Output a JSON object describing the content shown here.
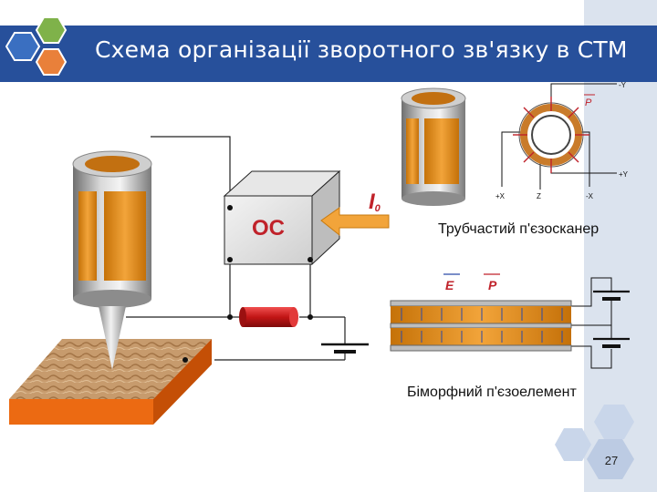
{
  "slide": {
    "title": "Схема організації зворотного зв'язку в СТМ",
    "page_number": "27"
  },
  "diagram": {
    "feedback_box_label": "ОС",
    "current_label": "I",
    "current_subscript": "0",
    "tube_scanner_caption": "Трубчастий п'єзосканер",
    "bimorph_caption": "Біморфний п'єзоелемент",
    "axis_minus_y": "-Y",
    "axis_plus_y": "+Y",
    "axis_plus_x": "+X",
    "axis_z": "Z",
    "axis_minus_x": "-X",
    "polarization_label": "P",
    "field_label": "E",
    "bimorph_polarization_label": "P"
  },
  "colors": {
    "title_bar": "#27509b",
    "right_strip": "#dbe3ee",
    "piezo_orange": "#e8951f",
    "accent_red": "#c0222a",
    "hex_green": "#7fb24a",
    "hex_orange": "#e9803a",
    "hex_blue": "#3a6fc1"
  }
}
